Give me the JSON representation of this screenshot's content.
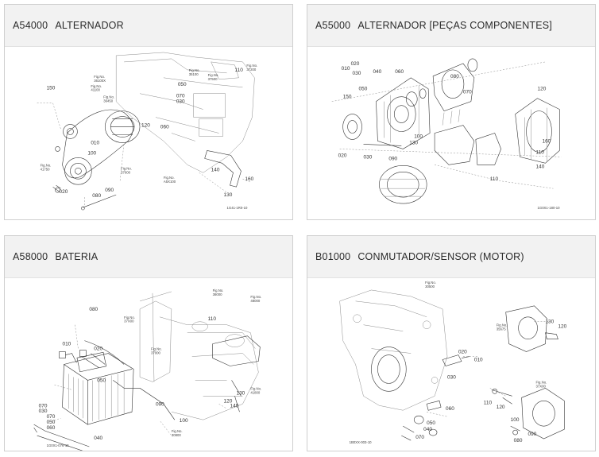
{
  "cards": [
    {
      "code": "A54000",
      "title": "ALTERNADOR",
      "diagram": {
        "part_numbers": [
          "150",
          "010",
          "100",
          "090",
          "080",
          "020",
          "070",
          "030",
          "060",
          "120",
          "110",
          "140",
          "130",
          "160",
          "050"
        ],
        "references": [
          "Fig.No. 31100",
          "Fig.No. 36100X",
          "Fig.No. 41100",
          "Fig.No. 35100",
          "Fig.No. 36450",
          "Fig.No. 37000",
          "Fig.No. 37500",
          "Fig.No. 37200",
          "Fig.No. 41750",
          "Fig.No. A5X100"
        ],
        "drawing_code": "1G41-1R0-10"
      }
    },
    {
      "code": "A55000",
      "title": "ALTERNADOR [PEÇAS COMPONENTES]",
      "diagram": {
        "part_numbers": [
          "010",
          "020",
          "030",
          "040",
          "050",
          "060",
          "070",
          "080",
          "090",
          "100",
          "110",
          "120",
          "130",
          "140",
          "150",
          "160"
        ],
        "drawing_code": "1G0X1-180-10"
      }
    },
    {
      "code": "A58000",
      "title": "BATERIA",
      "diagram": {
        "part_numbers": [
          "080",
          "010",
          "020",
          "050",
          "070",
          "030",
          "060",
          "040",
          "100",
          "110",
          "120",
          "130",
          "140",
          "090"
        ],
        "references": [
          "Fig.No. 36000",
          "Fig.No. 48000",
          "Fig.No. 37X00",
          "Fig.No. 41800",
          "Fig.No. 30800",
          "Fig.No. 37000"
        ],
        "drawing_code": "1G0X1-076-10"
      }
    },
    {
      "code": "B01000",
      "title": "CONMUTADOR/SENSOR (MOTOR)",
      "diagram": {
        "part_numbers": [
          "020",
          "010",
          "030",
          "060",
          "050",
          "070",
          "040",
          "130",
          "120",
          "110",
          "100",
          "090",
          "080"
        ],
        "references": [
          "Fig.No. 30500",
          "Fig.No. 35675",
          "Fig.No. 37X00"
        ],
        "drawing_code": "1B0XX-003-10"
      }
    }
  ]
}
